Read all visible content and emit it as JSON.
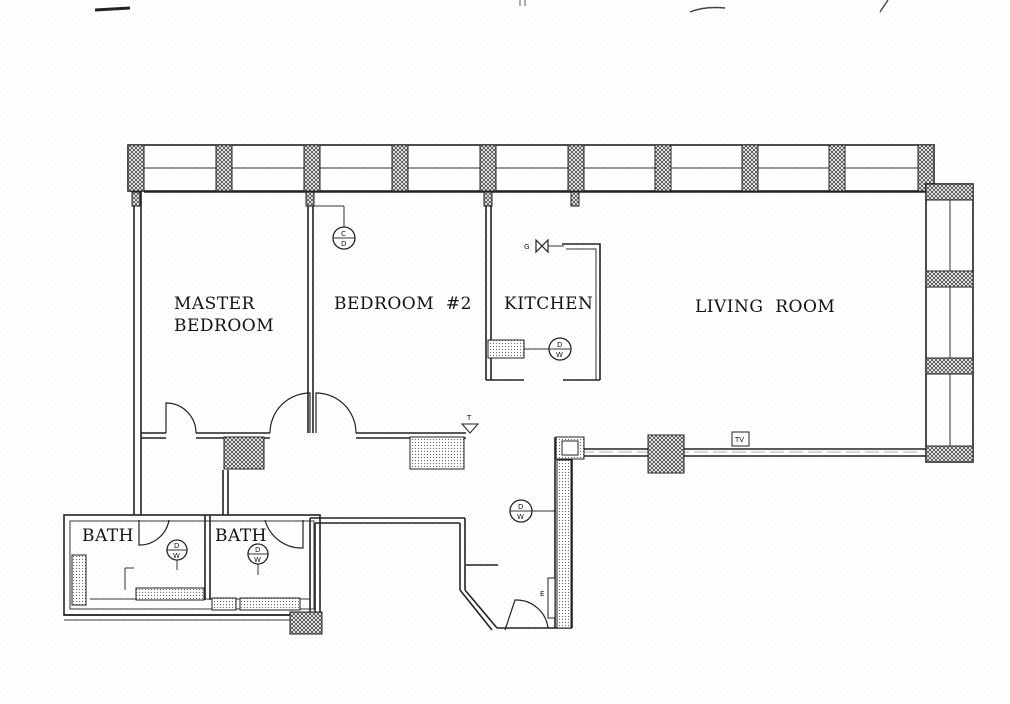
{
  "rooms": {
    "master_bedroom_line1": "MASTER",
    "master_bedroom_line2": "BEDROOM",
    "bedroom2": "BEDROOM  #2",
    "kitchen": "KITCHEN",
    "living_room": "LIVING  ROOM",
    "bath_left": "BATH",
    "bath_right": "BATH"
  },
  "fixtures": {
    "cd_top": "C",
    "cd_bottom": "D",
    "dw_top": "D",
    "dw_bottom": "W",
    "gas": "G",
    "thermostat": "T",
    "tv": "TV",
    "electric": "E"
  },
  "colors": {
    "wall": "#222222",
    "hatch": "#555555",
    "paper": "#ffffff"
  }
}
